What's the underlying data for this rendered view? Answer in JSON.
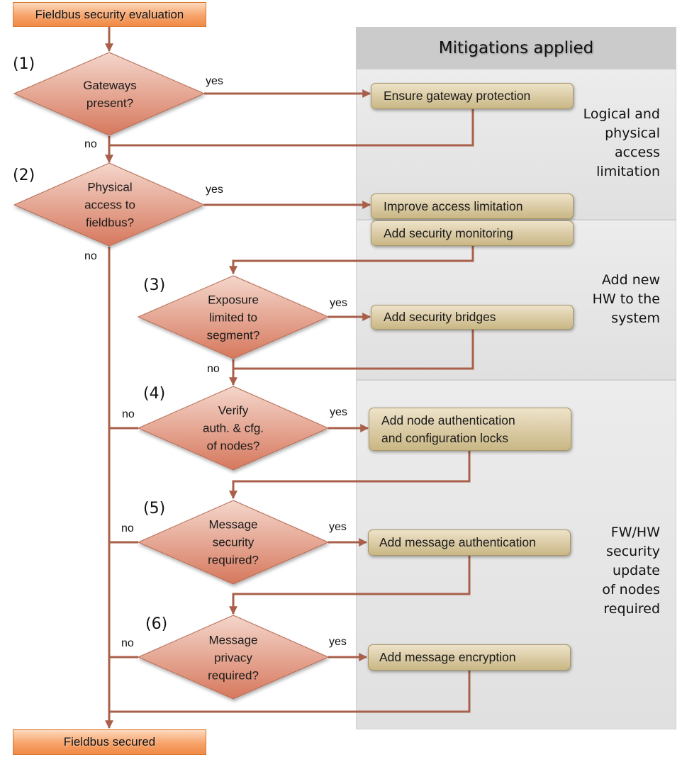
{
  "title": "Fieldbus security evaluation",
  "end_label": "Fieldbus secured",
  "mitigations_header": "Mitigations applied",
  "lanes": [
    {
      "label": "Logical and\nphysical\naccess\nlimitation"
    },
    {
      "label": "Add new\nHW to the\nsystem"
    },
    {
      "label": "FW/HW\nsecurity\nupdate\nof nodes\nrequired"
    }
  ],
  "decisions": [
    {
      "step": "(1)",
      "text": "Gateways\npresent?",
      "yes": "yes",
      "no": "no"
    },
    {
      "step": "(2)",
      "text": "Physical\naccess to\nfieldbus?",
      "yes": "yes",
      "no": "no"
    },
    {
      "step": "(3)",
      "text": "Exposure\nlimited to\nsegment?",
      "yes": "yes",
      "no": "no"
    },
    {
      "step": "(4)",
      "text": "Verify\nauth. & cfg.\nof nodes?",
      "yes": "yes",
      "no": "no"
    },
    {
      "step": "(5)",
      "text": "Message\nsecurity\nrequired?",
      "yes": "yes",
      "no": "no"
    },
    {
      "step": "(6)",
      "text": "Message\nprivacy\nrequired?",
      "yes": "yes",
      "no": "no"
    }
  ],
  "actions": [
    {
      "text": "Ensure gateway protection"
    },
    {
      "text": "Improve access limitation"
    },
    {
      "text": "Add security monitoring"
    },
    {
      "text": "Add security bridges"
    },
    {
      "text": "Add node authentication\nand configuration locks"
    },
    {
      "text": "Add message authentication"
    },
    {
      "text": "Add message encryption"
    }
  ],
  "colors": {
    "connector": "#a8604a",
    "diamond_top": "#f3d0c4",
    "diamond_bottom": "#d77a60",
    "lane_bg": "#e4e4e4",
    "header_bg": "#cbcbcb"
  }
}
